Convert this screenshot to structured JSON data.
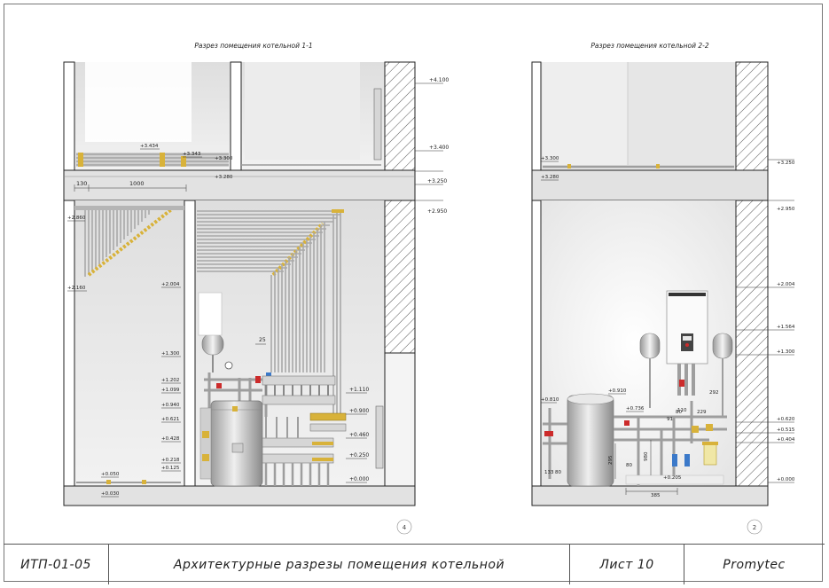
{
  "sections": {
    "left_title": "Разрез помещения котельной 1-1",
    "right_title": "Разрез помещения котельной 2-2",
    "left_marker": "4",
    "right_marker": "2"
  },
  "left_levels": {
    "l4100": "+4.100",
    "l3434": "+3.434",
    "l3343": "+3.343",
    "l3400": "+3.400",
    "l3300": "+3.300",
    "l3280": "+3.280",
    "l3250": "+3.250",
    "l2950": "+2.950",
    "l2860": "+2.860",
    "l2160": "+2.160",
    "l2004": "+2.004",
    "l1300": "+1.300",
    "l1202": "+1.202",
    "l1099": "+1.099",
    "l0940": "+0.940",
    "l0621": "+0.621",
    "l0428": "+0.428",
    "l0218": "+0.218",
    "l0125": "+0.125",
    "l0050": "+0.050",
    "l0030": "+0.030",
    "l1110": "+1.110",
    "l0900": "+0.900",
    "l0460": "+0.460",
    "l0250": "+0.250",
    "l0000": "+0.000"
  },
  "left_dims": {
    "d130": "130",
    "d1000": "1000",
    "d25": "25"
  },
  "right_levels": {
    "r3300": "+3.300",
    "r3280": "+3.280",
    "r3250": "+3.250",
    "r2950": "+2.950",
    "r2004": "+2.004",
    "r1564": "+1.564",
    "r1300": "+1.300",
    "r0910": "+0.910",
    "r0810": "+0.810",
    "r0736": "+0.736",
    "r0620": "+0.620",
    "r0515": "+0.515",
    "r0404": "+0.404",
    "r0205": "+0.205",
    "r0000": "+0.000"
  },
  "right_dims": {
    "d133": "133",
    "d80a": "80",
    "d295": "295",
    "d80b": "80",
    "d980": "980",
    "d385": "385",
    "d292": "292",
    "d229": "229",
    "d110": "110",
    "d80c": "80",
    "d91": "91"
  },
  "stamp": {
    "code": "ИТП-01-05",
    "title": "Архитектурные разрезы помещения котельной",
    "sheet": "Лист 10",
    "company": "Promytec"
  },
  "colors": {
    "pipe": "#c9c9c9",
    "pipe_dark": "#8e8e8e",
    "fitting": "#d8b23a",
    "wall": "#222222",
    "slab": "#e2e2e2",
    "tank": "#d4d4d4",
    "red_valve": "#cc2b2b",
    "blue_valve": "#3b79c9"
  }
}
